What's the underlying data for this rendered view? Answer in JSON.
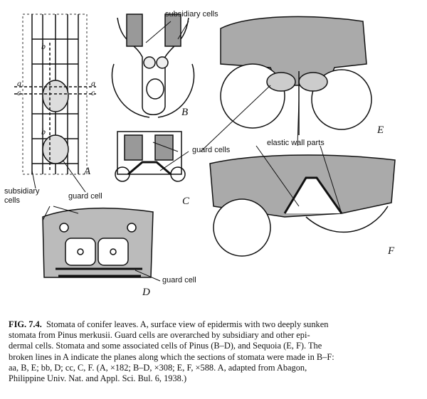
{
  "figure": {
    "panel_labels": {
      "A": "A",
      "B": "B",
      "C": "C",
      "D": "D",
      "E": "E",
      "F": "F"
    },
    "plane_labels": {
      "a": "a",
      "b": "b",
      "c": "c"
    },
    "annotations": {
      "subsidiary_cells_top": "subsidiary cells",
      "subsidiary_cells_left": "subsidiary cells",
      "guard_cell_A": "guard cell",
      "guard_cells": "guard cells",
      "elastic_wall_parts": "elastic wall parts",
      "guard_cell_D": "guard cell"
    }
  },
  "caption": {
    "fig_number": "FIG. 7.4.",
    "lines": [
      "Stomata of conifer leaves.  A, surface view of epidermis with two deeply sunken",
      "stomata from Pinus merkusii.  Guard cells are overarched by subsidiary and other epi-",
      "dermal cells.  Stomata and some associated cells of Pinus (B–D), and Sequoia (E, F).  The",
      "broken lines in A indicate the planes along which the sections of stomata were made in B–F:",
      "aa, B, E; bb, D; cc, C, F.  (A, ×182; B–D, ×308; E, F, ×588.  A, adapted from Abagon,",
      "Philippine Univ. Nat. and Appl. Sci. Bul. 6, 1938.)"
    ]
  }
}
